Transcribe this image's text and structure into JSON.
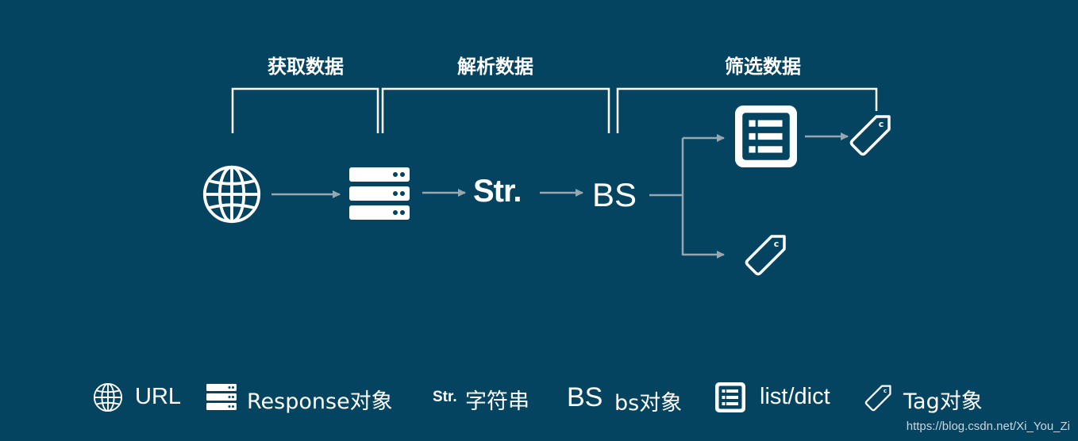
{
  "phases": {
    "fetch": "获取数据",
    "parse": "解析数据",
    "filter": "筛选数据"
  },
  "flow": {
    "str_label": "Str.",
    "bs_label": "BS"
  },
  "legend": {
    "url": "URL",
    "response": "Response对象",
    "str_symbol": "Str.",
    "str_desc": "字符串",
    "bs_symbol": "BS",
    "bs_desc": "bs对象",
    "list_dict": "list/dict",
    "tag": "Tag对象"
  },
  "icons": {
    "url": "globe-icon",
    "response": "server-stack-icon",
    "list": "list-icon",
    "tag": "tag-icon"
  },
  "colors": {
    "background": "#054460",
    "foreground": "#ffffff",
    "arrow": "#9aa6ad"
  },
  "watermark": "https://blog.csdn.net/Xi_You_Zi"
}
